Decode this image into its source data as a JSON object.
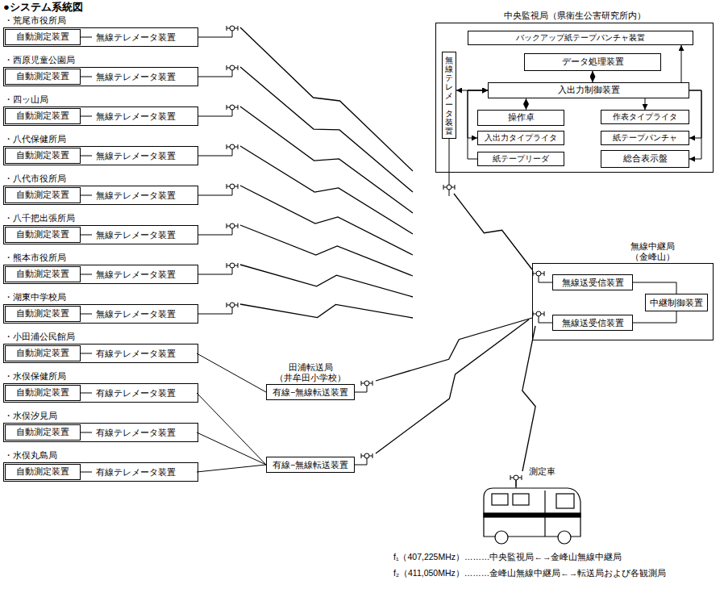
{
  "diagram": {
    "title": "●システム系統図",
    "nodes": [
      {
        "text": [
          "・荒尾市役所局"
        ]
      },
      {
        "text": [
          "自動測定装置"
        ],
        "in": 0
      },
      {
        "text": [
          "無線テレメータ装置"
        ],
        "in": 0
      },
      {
        "text": [
          "・西原児童公園局"
        ]
      },
      {
        "text": [
          "自動測定装置"
        ],
        "in": 3
      },
      {
        "text": [
          "無線テレメータ装置"
        ],
        "in": 3
      },
      {
        "text": [
          "・四ッ山局"
        ]
      },
      {
        "text": [
          "自動測定装置"
        ],
        "in": 6
      },
      {
        "text": [
          "無線テレメータ装置"
        ],
        "in": 6
      },
      {
        "text": [
          "・八代保健所局"
        ]
      },
      {
        "text": [
          "自動測定装置"
        ],
        "in": 9
      },
      {
        "text": [
          "無線テレメータ装置"
        ],
        "in": 9
      },
      {
        "text": [
          "・八代市役所局"
        ]
      },
      {
        "text": [
          "自動測定装置"
        ],
        "in": 12
      },
      {
        "text": [
          "無線テレメータ装置"
        ],
        "in": 12
      },
      {
        "text": [
          "・八千把出張所局"
        ]
      },
      {
        "text": [
          "自動測定装置"
        ],
        "in": 15
      },
      {
        "text": [
          "無線テレメータ装置"
        ],
        "in": 15
      },
      {
        "text": [
          "・熊本市役所局"
        ]
      },
      {
        "text": [
          "自動測定装置"
        ],
        "in": 18
      },
      {
        "text": [
          "無線テレメータ装置"
        ],
        "in": 18
      },
      {
        "text": [
          "・湖東中学校局"
        ]
      },
      {
        "text": [
          "自動測定装置"
        ],
        "in": 21
      },
      {
        "text": [
          "無線テレメータ装置"
        ],
        "in": 21
      },
      {
        "text": [
          "・小田浦公民館局"
        ]
      },
      {
        "text": [
          "自動測定装置"
        ],
        "in": 24
      },
      {
        "text": [
          "有線テレメータ装置"
        ],
        "in": 24
      },
      {
        "text": [
          "・水俣保健所局"
        ]
      },
      {
        "text": [
          "自動測定装置"
        ],
        "in": 27
      },
      {
        "text": [
          "有線テレメータ装置"
        ],
        "in": 27
      },
      {
        "text": [
          "・水俣汐見局"
        ]
      },
      {
        "text": [
          "自動測定装置"
        ],
        "in": 30
      },
      {
        "text": [
          "有線テレメータ装置"
        ],
        "in": 30
      },
      {
        "text": [
          "・水俣丸島局"
        ]
      },
      {
        "text": [
          "自動測定装置"
        ],
        "in": 33
      },
      {
        "text": [
          "有線テレメータ装置"
        ],
        "in": 33
      },
      {
        "text": [
          "中央監視局（県衛生公害研究所内）"
        ]
      },
      {
        "text": [
          "バックアップ紙テープパンチャ装置"
        ],
        "in": 36
      },
      {
        "text": [
          "無線テレメータ装置"
        ],
        "in": 36
      },
      {
        "text": [
          "データ処理装置"
        ],
        "in": 36
      },
      {
        "text": [
          "入出力制御装置"
        ],
        "in": 36
      },
      {
        "text": [
          "操作卓"
        ],
        "in": 36
      },
      {
        "text": [
          "作表タイプライタ"
        ],
        "in": 36
      },
      {
        "text": [
          "入出力タイプライタ"
        ],
        "in": 36
      },
      {
        "text": [
          "紙テープパンチャ"
        ],
        "in": 36
      },
      {
        "text": [
          "紙テープリーダ"
        ],
        "in": 36
      },
      {
        "text": [
          "総合表示盤"
        ],
        "in": 36
      },
      {
        "text": [
          "無線中継局 （金峰山）"
        ]
      },
      {
        "text": [
          "無線送受信装置"
        ],
        "in": 47
      },
      {
        "text": [
          "中継制御装置"
        ],
        "in": 47
      },
      {
        "text": [
          "無線送受信装置"
        ],
        "in": 47
      },
      {
        "text": [
          "田浦転送局 （井牟田小学校）",
          "有線−無線転送装置"
        ]
      },
      {
        "text": [
          "有線−無線転送装置"
        ]
      }
    ],
    "edges": [
      {
        "from": 1,
        "to": 2,
        "arrow": "none"
      },
      {
        "from": 4,
        "to": 5,
        "arrow": "none"
      },
      {
        "from": 7,
        "to": 8,
        "arrow": "none"
      },
      {
        "from": 10,
        "to": 11,
        "arrow": "none"
      },
      {
        "from": 13,
        "to": 14,
        "arrow": "none"
      },
      {
        "from": 16,
        "to": 17,
        "arrow": "none"
      },
      {
        "from": 19,
        "to": 20,
        "arrow": "none"
      },
      {
        "from": 22,
        "to": 23,
        "arrow": "none"
      },
      {
        "from": 25,
        "to": 26,
        "arrow": "none"
      },
      {
        "from": 28,
        "to": 29,
        "arrow": "none"
      },
      {
        "from": 31,
        "to": 32,
        "arrow": "none"
      },
      {
        "from": 34,
        "to": 35,
        "arrow": "none"
      },
      {
        "from": 26,
        "to": 51,
        "arrow": "none"
      },
      {
        "from": 29,
        "to": 52,
        "arrow": "none"
      },
      {
        "from": 32,
        "to": 52,
        "arrow": "none"
      },
      {
        "from": 35,
        "to": 52,
        "arrow": "none"
      },
      {
        "from": 40,
        "to": 37,
        "arrow": "to"
      },
      {
        "from": 38,
        "to": 40,
        "arrow": "both"
      },
      {
        "from": 39,
        "to": 40,
        "arrow": "both"
      },
      {
        "from": 41,
        "to": 40,
        "arrow": "both"
      },
      {
        "from": 40,
        "to": 42,
        "arrow": "to"
      },
      {
        "from": 40,
        "to": 44,
        "arrow": "to"
      },
      {
        "from": 40,
        "to": 46,
        "arrow": "to"
      },
      {
        "from": 43,
        "to": 40,
        "arrow": "both"
      },
      {
        "from": 45,
        "to": 40,
        "arrow": "to"
      },
      {
        "from": 48,
        "to": 49,
        "arrow": "none"
      },
      {
        "from": 50,
        "to": 49,
        "arrow": "none"
      }
    ],
    "labels": [
      "測定車",
      "f₁（407,225MHz）………中央監視局←→金峰山無線中継局",
      "f₂（411,050MHz）………金峰山無線中継局←→転送局および各観測局"
    ]
  }
}
